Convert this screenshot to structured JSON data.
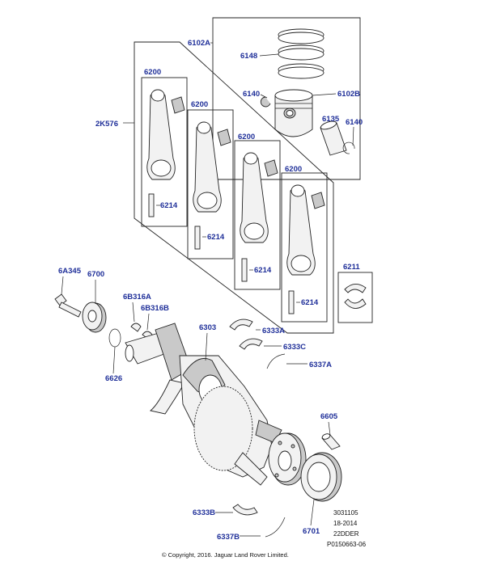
{
  "callouts": {
    "c6102a": "6102A",
    "c6148": "6148",
    "c6140a": "6140",
    "c6102b": "6102B",
    "c6135": "6135",
    "c6140b": "6140",
    "c2k576": "2K576",
    "c6200_1": "6200",
    "c6200_2": "6200",
    "c6200_3": "6200",
    "c6200_4": "6200",
    "c6214_1": "6214",
    "c6214_2": "6214",
    "c6214_3": "6214",
    "c6214_4": "6214",
    "c6211": "6211",
    "c6a345": "6A345",
    "c6700": "6700",
    "c6b316a": "6B316A",
    "c6b316b": "6B316B",
    "c6626": "6626",
    "c6303": "6303",
    "c6333a": "6333A",
    "c6333c": "6333C",
    "c6337a": "6337A",
    "c6605": "6605",
    "c6333b": "6333B",
    "c6337b": "6337B",
    "c6701": "6701"
  },
  "meta": {
    "line1": "3031105",
    "line2": "18-2014",
    "line3": "22DDER",
    "line4": "P0150663-06"
  },
  "copyright": "© Copyright, 2016. Jaguar Land Rover Limited."
}
